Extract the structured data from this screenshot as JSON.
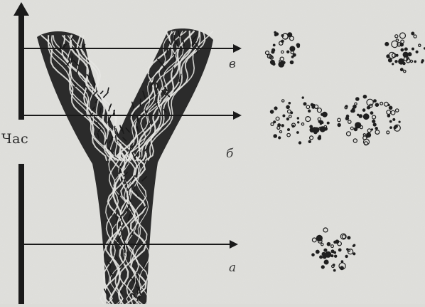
{
  "axis": {
    "label": "Час"
  },
  "stages": [
    {
      "id": "a",
      "label": "а",
      "clusters": 1
    },
    {
      "id": "b",
      "label": "б",
      "clusters": 2
    },
    {
      "id": "v",
      "label": "в",
      "clusters": 2
    }
  ]
}
